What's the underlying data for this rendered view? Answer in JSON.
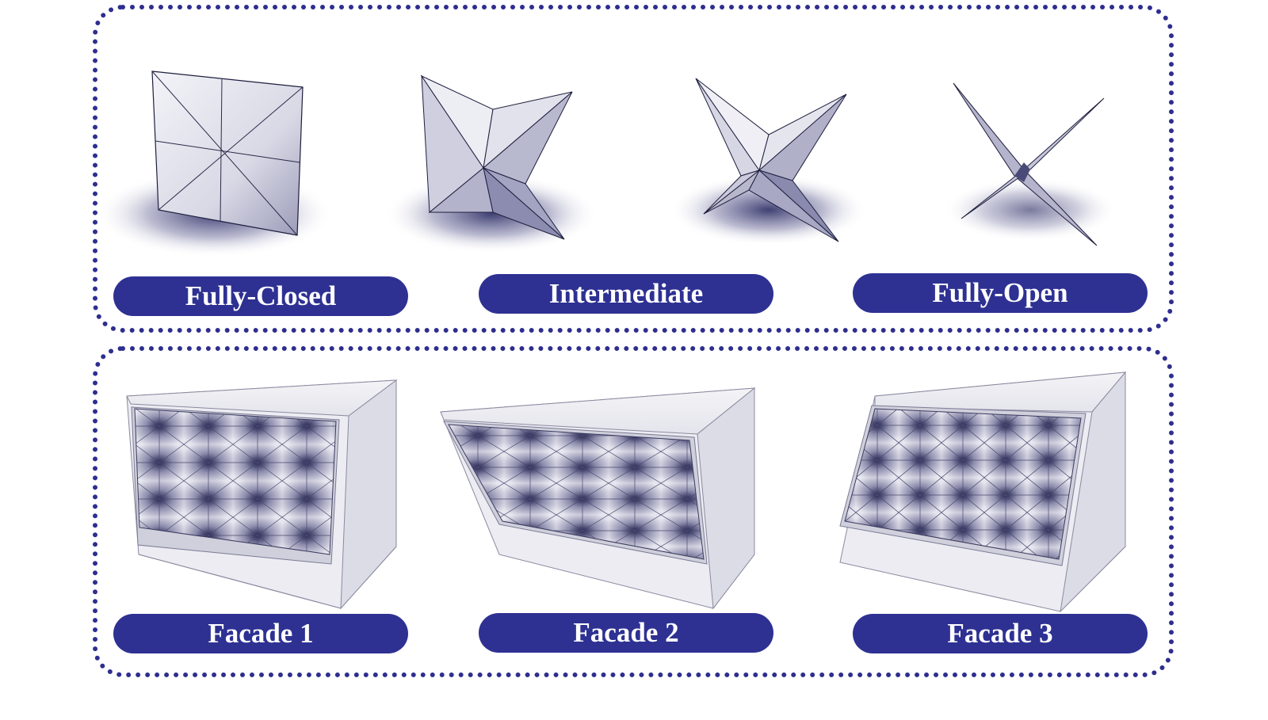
{
  "colors": {
    "accent": "#2e3192",
    "dots": "#2e2e8f",
    "shade": "#2a2a6e"
  },
  "top_labels": {
    "state_1": "Fully-Closed",
    "state_2": "Intermediate",
    "state_3": "Fully-Open"
  },
  "bottom_labels": {
    "facade_1": "Facade 1",
    "facade_2": "Facade 2",
    "facade_3": "Facade 3"
  }
}
